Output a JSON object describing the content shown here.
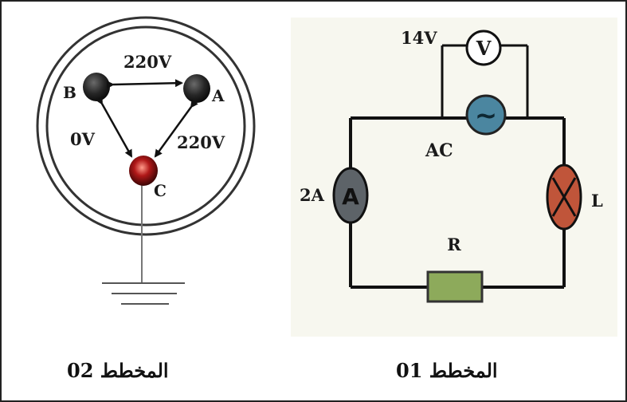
{
  "diagram_02": {
    "terminal_a": "A",
    "terminal_b": "B",
    "terminal_c": "C",
    "voltage_ba": "220V",
    "voltage_bc": "0V",
    "voltage_ac": "220V",
    "caption": "المخطط 02"
  },
  "diagram_01": {
    "voltmeter_reading": "14V",
    "voltmeter_symbol": "V",
    "source_symbol": "~",
    "source_label": "AC",
    "ammeter_reading": "2A",
    "ammeter_symbol": "A",
    "lamp_label": "L",
    "resistor_label": "R",
    "caption": "المخطط 01"
  },
  "colors": {
    "ammeter": "#5d6368",
    "ac_source": "#4b86a0",
    "lamp": "#c0553a",
    "resistor": "#8daa5b",
    "terminal_c": "#b01818",
    "terminal_dark": "#2a2a2a"
  }
}
